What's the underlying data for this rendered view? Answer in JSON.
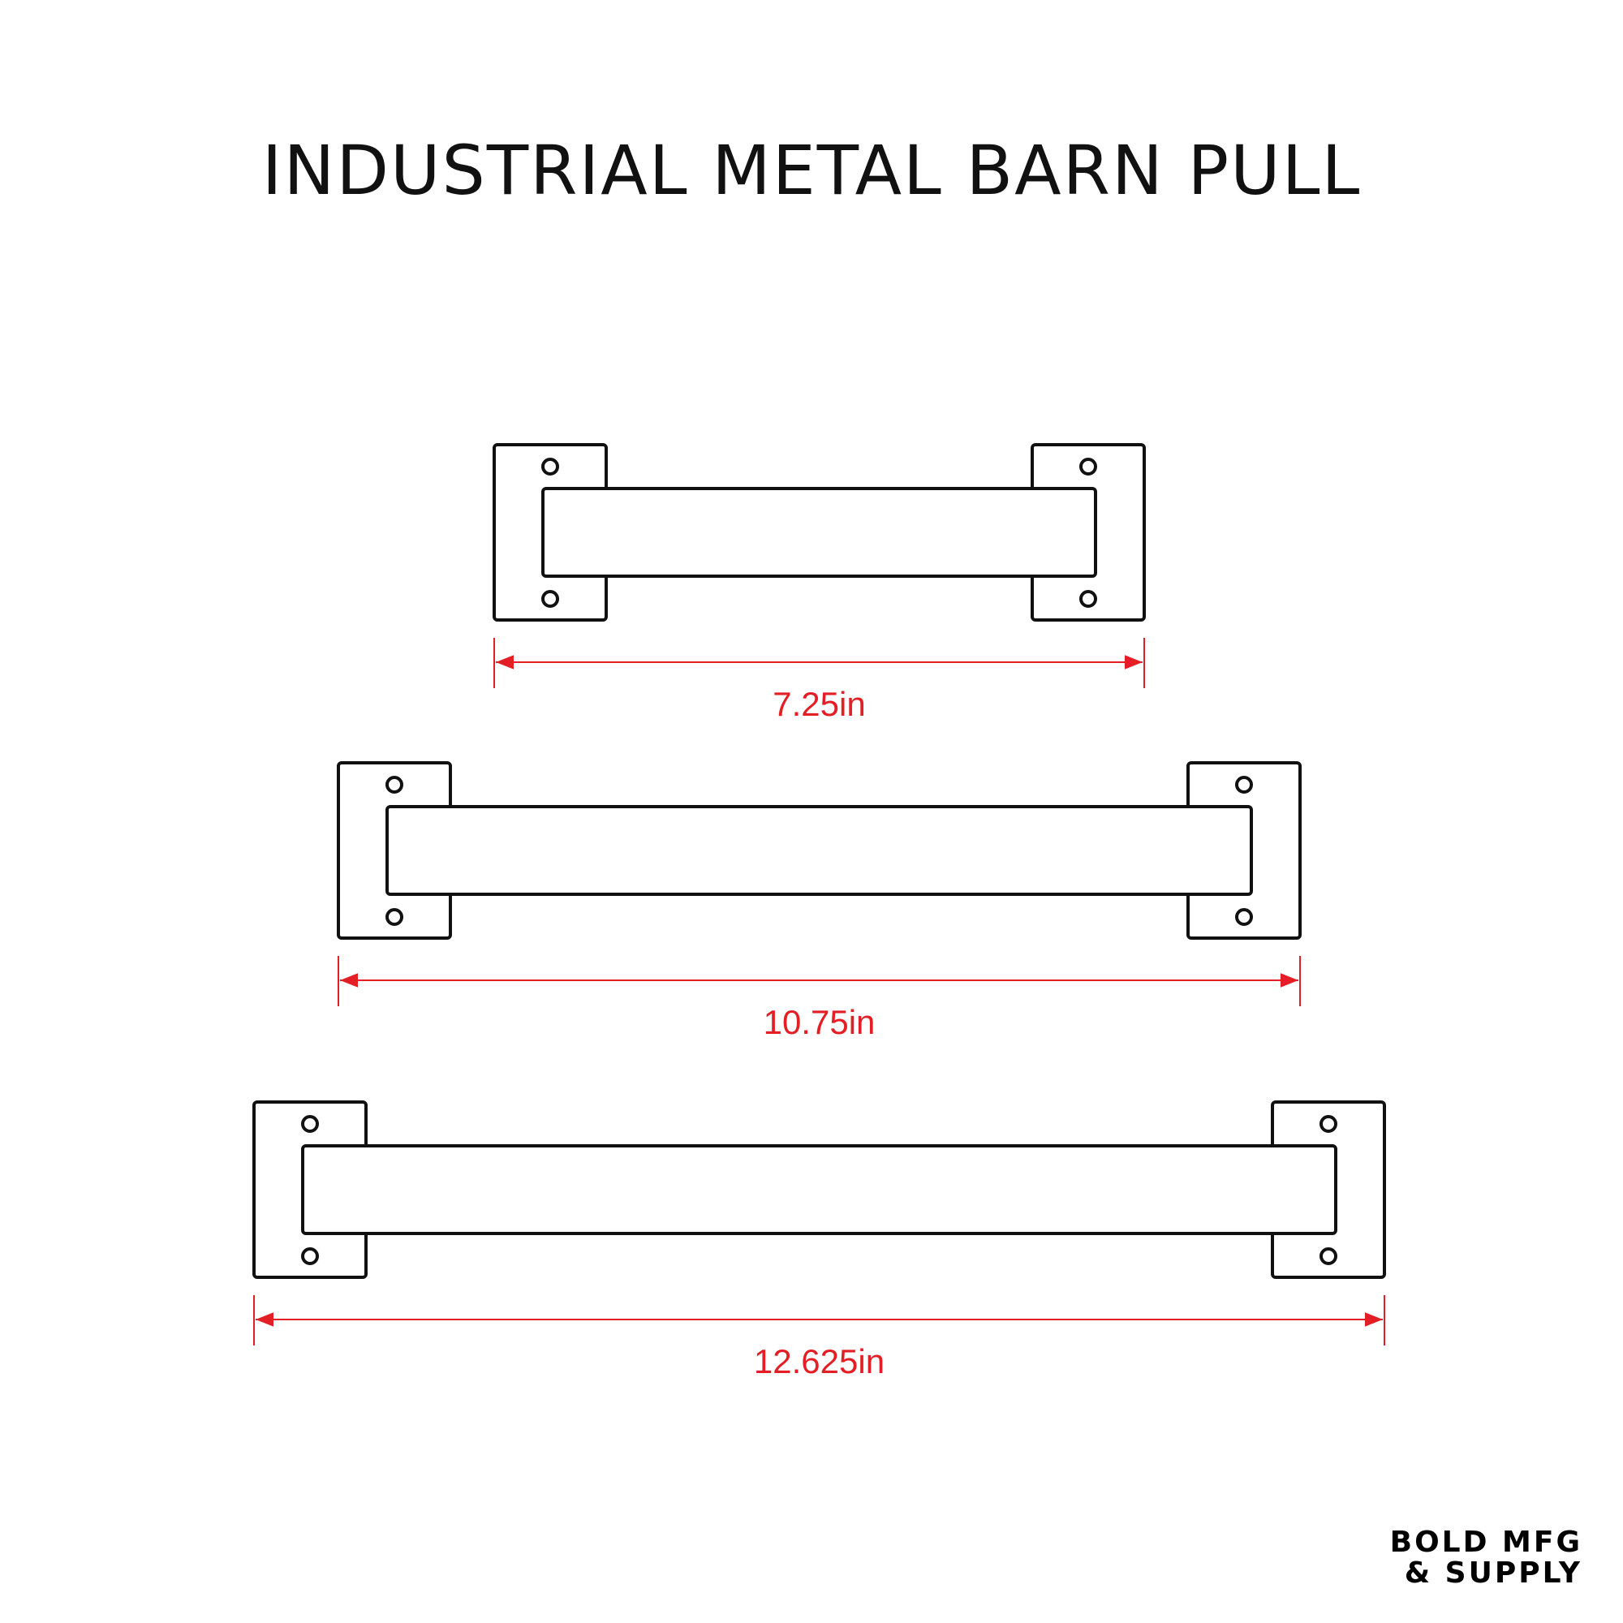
{
  "title": "INDUSTRIAL METAL BARN PULL",
  "brand": {
    "line1": "BOLD MFG",
    "line2": "& SUPPLY"
  },
  "colors": {
    "outline": "#111111",
    "dimension": "#e31e24",
    "background": "#ffffff"
  },
  "pulls": [
    {
      "name": "small",
      "dimension_label": "7.25in"
    },
    {
      "name": "medium",
      "dimension_label": "10.75in"
    },
    {
      "name": "large",
      "dimension_label": "12.625in"
    }
  ]
}
